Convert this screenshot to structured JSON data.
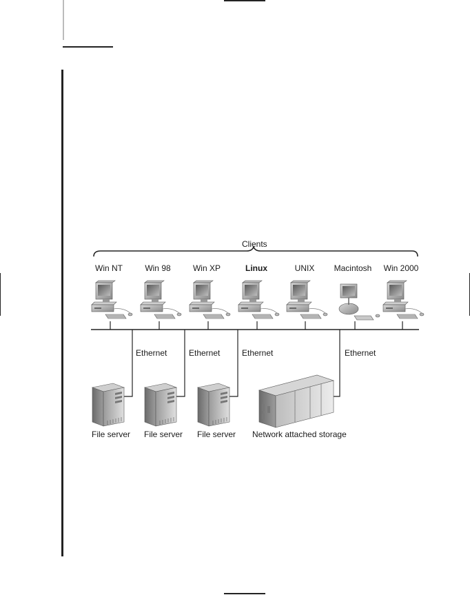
{
  "diagram": {
    "clients_heading": "Clients",
    "clients": [
      {
        "label": "Win NT",
        "kind": "pc",
        "bold": false
      },
      {
        "label": "Win 98",
        "kind": "pc",
        "bold": false
      },
      {
        "label": "Win XP",
        "kind": "pc",
        "bold": false
      },
      {
        "label": "Linux",
        "kind": "pc",
        "bold": true
      },
      {
        "label": "UNIX",
        "kind": "pc",
        "bold": false
      },
      {
        "label": "Macintosh",
        "kind": "imac",
        "bold": false
      },
      {
        "label": "Win 2000",
        "kind": "pc",
        "bold": false
      }
    ],
    "links": [
      {
        "label": "Ethernet"
      },
      {
        "label": "Ethernet"
      },
      {
        "label": "Ethernet"
      },
      {
        "label": "Ethernet"
      }
    ],
    "servers": [
      {
        "label": "File server",
        "kind": "tower"
      },
      {
        "label": "File server",
        "kind": "tower"
      },
      {
        "label": "File server",
        "kind": "tower"
      },
      {
        "label": "Network attached storage",
        "kind": "nas"
      }
    ]
  }
}
